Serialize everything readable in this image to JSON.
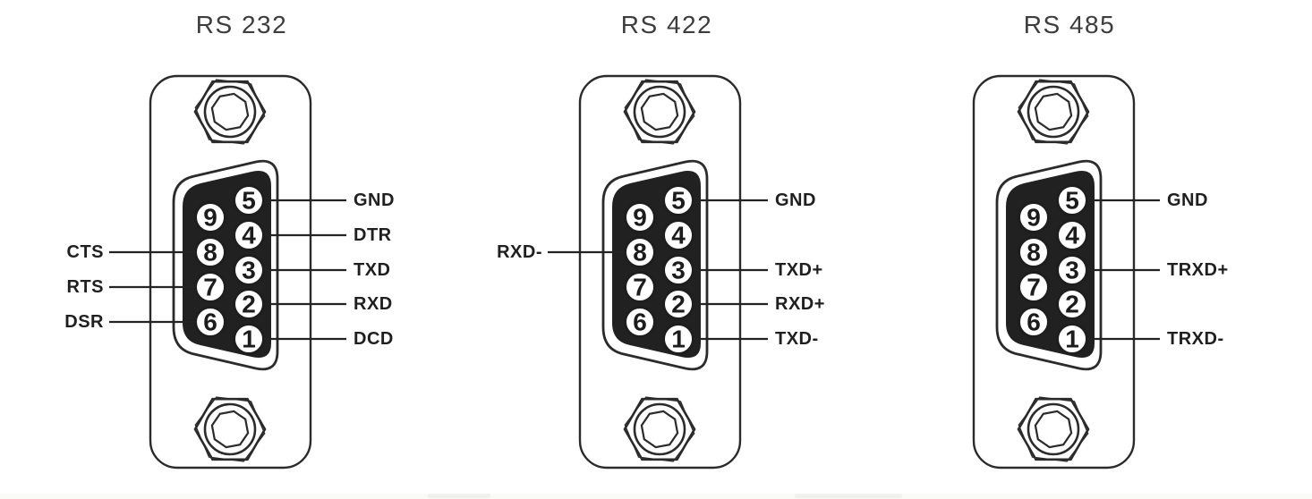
{
  "page": {
    "background_color": "#ffffff",
    "ink_color": "#2b2b2b",
    "title_color": "#3d3d3d"
  },
  "diagram": {
    "description": "DB9 serial connector pinout comparison for RS 232, RS 422 and RS 485",
    "pin_numbers": {
      "right_column": [
        "5",
        "4",
        "3",
        "2",
        "1"
      ],
      "left_column": [
        "9",
        "8",
        "7",
        "6"
      ]
    },
    "connectors": [
      {
        "title": "RS 232",
        "right_labels": [
          {
            "pin": "5",
            "signal": "GND"
          },
          {
            "pin": "4",
            "signal": "DTR"
          },
          {
            "pin": "3",
            "signal": "TXD"
          },
          {
            "pin": "2",
            "signal": "RXD"
          },
          {
            "pin": "1",
            "signal": "DCD"
          }
        ],
        "left_labels": [
          {
            "pin": "8",
            "signal": "CTS"
          },
          {
            "pin": "7",
            "signal": "RTS"
          },
          {
            "pin": "6",
            "signal": "DSR"
          }
        ]
      },
      {
        "title": "RS 422",
        "right_labels": [
          {
            "pin": "5",
            "signal": "GND"
          },
          {
            "pin": "3",
            "signal": "TXD+"
          },
          {
            "pin": "2",
            "signal": "RXD+"
          },
          {
            "pin": "1",
            "signal": "TXD-"
          }
        ],
        "left_labels": [
          {
            "pin": "8",
            "signal": "RXD-"
          }
        ]
      },
      {
        "title": "RS 485",
        "right_labels": [
          {
            "pin": "5",
            "signal": "GND"
          },
          {
            "pin": "3",
            "signal": "TRXD+"
          },
          {
            "pin": "1",
            "signal": "TRXD-"
          }
        ],
        "left_labels": []
      }
    ]
  }
}
